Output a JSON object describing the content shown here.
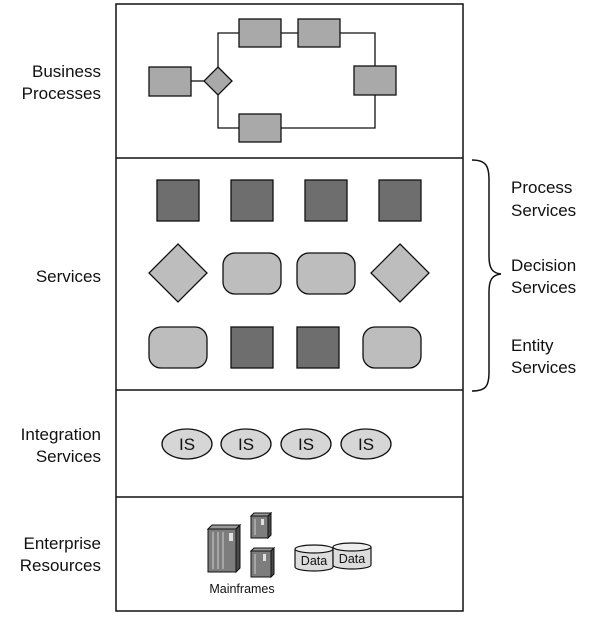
{
  "layers": [
    {
      "line1": "Business",
      "line2": "Processes"
    },
    {
      "line1": "Services",
      "line2": ""
    },
    {
      "line1": "Integration",
      "line2": "Services"
    },
    {
      "line1": "Enterprise",
      "line2": "Resources"
    }
  ],
  "service_types": [
    {
      "line1": "Process",
      "line2": "Services"
    },
    {
      "line1": "Decision",
      "line2": "Services"
    },
    {
      "line1": "Entity",
      "line2": "Services"
    }
  ],
  "integration_nodes": [
    "IS",
    "IS",
    "IS",
    "IS"
  ],
  "resources": {
    "mainframes_label": "Mainframes",
    "data_stores": [
      "Data",
      "Data"
    ]
  },
  "colors": {
    "dark_fill": "#6e6e6e",
    "light_fill": "#bdbdbd",
    "process_fill": "#a9a9a9",
    "line": "#111111"
  }
}
